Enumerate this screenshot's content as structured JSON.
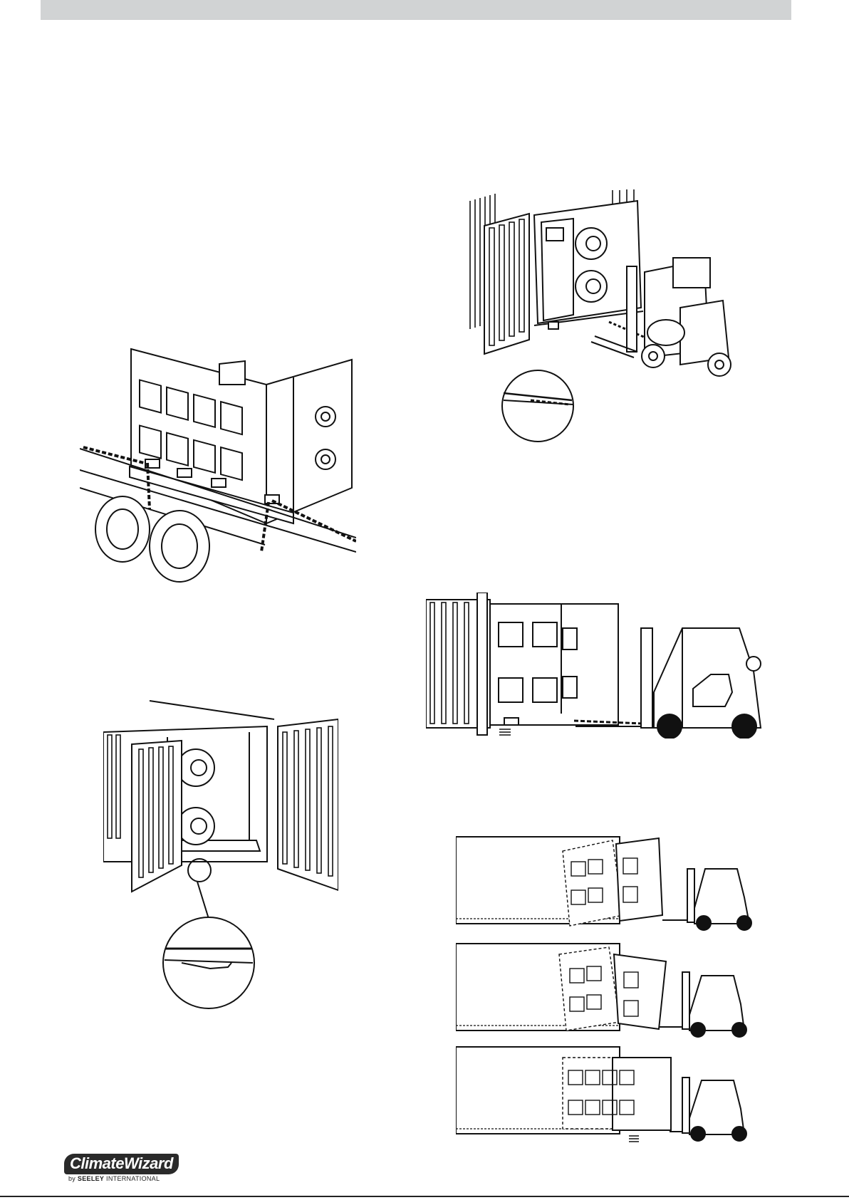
{
  "logo": {
    "brand_part1": "Climate",
    "brand_part2": "Wizard",
    "tagline_by": "by",
    "tagline_company": "SEELEY",
    "tagline_suffix": "INTERNATIONAL"
  },
  "colors": {
    "header_bar": "#d1d3d4",
    "line_art": "#111111"
  },
  "icons": [
    "truck-loading-illustration",
    "container-door-illustration",
    "forklift-container-illustration",
    "forklift-side-view-illustration",
    "tilt-sequence-illustration"
  ]
}
